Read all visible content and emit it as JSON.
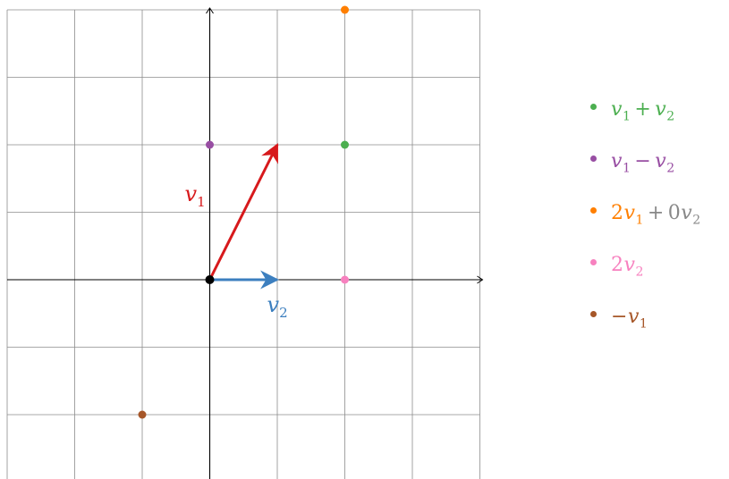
{
  "diagram": {
    "grid_range": {
      "x": [
        -3,
        4
      ],
      "y": [
        -3,
        4
      ]
    },
    "colors": {
      "grid": "#8c8c8c",
      "axis": "#000000",
      "v1": "#d7191c",
      "v2": "#3c7fbf"
    },
    "vectors": [
      {
        "id": "v1",
        "from": [
          0,
          0
        ],
        "to": [
          1,
          2
        ],
        "label": "v",
        "sub": "1",
        "color": "#d7191c"
      },
      {
        "id": "v2",
        "from": [
          0,
          0
        ],
        "to": [
          1,
          0
        ],
        "label": "v",
        "sub": "2",
        "color": "#3c7fbf"
      }
    ],
    "origin": {
      "x": 0,
      "y": 0,
      "color": "#000000"
    },
    "points": [
      {
        "id": "sum",
        "x": 2,
        "y": 2,
        "color": "#4caf50"
      },
      {
        "id": "difference",
        "x": 0,
        "y": 2,
        "color": "#984ea3"
      },
      {
        "id": "two-v1",
        "x": 2,
        "y": 4,
        "color": "#ff7f00"
      },
      {
        "id": "two-v2",
        "x": 2,
        "y": 0,
        "color": "#f781bf"
      },
      {
        "id": "neg-v1",
        "x": -1,
        "y": -2,
        "color": "#a65628"
      }
    ]
  },
  "legend": [
    {
      "color": "#4caf50",
      "parts": [
        {
          "kind": "var",
          "v": "v",
          "sub": "1",
          "color": "#4caf50"
        },
        {
          "kind": "op",
          "v": "+",
          "color": "#4caf50"
        },
        {
          "kind": "var",
          "v": "v",
          "sub": "2",
          "color": "#4caf50"
        }
      ]
    },
    {
      "color": "#984ea3",
      "parts": [
        {
          "kind": "var",
          "v": "v",
          "sub": "1",
          "color": "#984ea3"
        },
        {
          "kind": "op",
          "v": "−",
          "color": "#984ea3"
        },
        {
          "kind": "var",
          "v": "v",
          "sub": "2",
          "color": "#984ea3"
        }
      ]
    },
    {
      "color": "#ff7f00",
      "parts": [
        {
          "kind": "coef",
          "v": "2",
          "color": "#ff7f00"
        },
        {
          "kind": "var",
          "v": "v",
          "sub": "1",
          "color": "#ff7f00"
        },
        {
          "kind": "op",
          "v": "+",
          "color": "#888888"
        },
        {
          "kind": "coef",
          "v": "0",
          "color": "#888888"
        },
        {
          "kind": "var",
          "v": "v",
          "sub": "2",
          "color": "#888888"
        }
      ]
    },
    {
      "color": "#f781bf",
      "parts": [
        {
          "kind": "coef",
          "v": "2",
          "color": "#f781bf"
        },
        {
          "kind": "var",
          "v": "v",
          "sub": "2",
          "color": "#f781bf"
        }
      ]
    },
    {
      "color": "#a65628",
      "parts": [
        {
          "kind": "coef",
          "v": "−",
          "color": "#a65628"
        },
        {
          "kind": "var",
          "v": "v",
          "sub": "1",
          "color": "#a65628"
        }
      ]
    }
  ]
}
